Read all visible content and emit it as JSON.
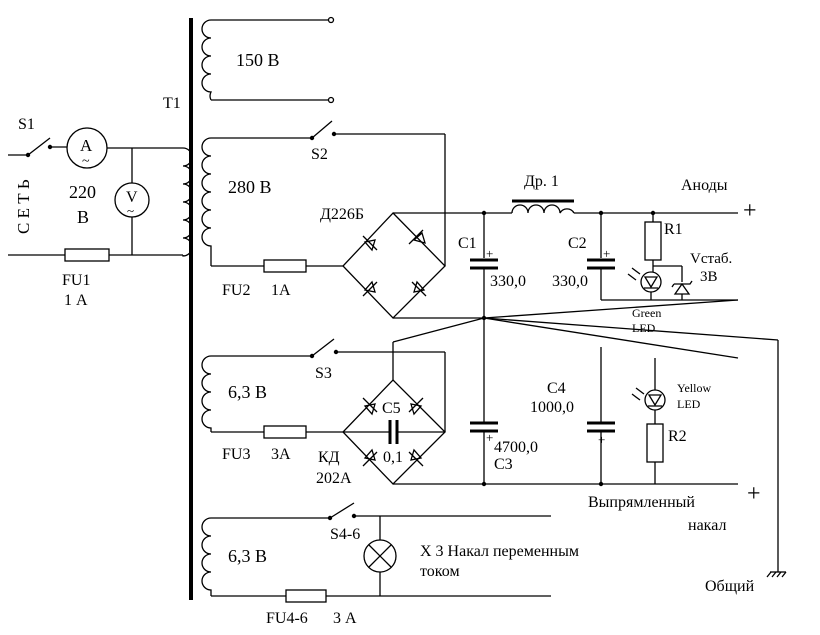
{
  "labels": {
    "s1": "S1",
    "mains_1": "С Е Т Ь",
    "v220": "220",
    "v220_unit": "В",
    "fu1": "FU1",
    "fu1_rating": "1 А",
    "t1": "T1",
    "w150": "150 В",
    "w280": "280 В",
    "s2": "S2",
    "fu2": "FU2",
    "fu2_rating": "1А",
    "d226": "Д226Б",
    "choke": "Др. 1",
    "anodes": "Аноды",
    "plus": "+",
    "c1": "C1",
    "c1_val": "330,0",
    "c2": "C2",
    "c2_val": "330,0",
    "r1": "R1",
    "vstab_1": "Vстаб.",
    "vstab_2": "3В",
    "green_1": "Green",
    "green_2": "LED",
    "w63a": "6,3 В",
    "s3": "S3",
    "c5": "C5",
    "c5_val": "0,1",
    "fu3": "FU3",
    "fu3_rating": "3А",
    "kd_1": "КД",
    "kd_2": "202А",
    "c4": "C4",
    "c4_val": "1000,0",
    "c3_val": "4700,0",
    "c3": "C3",
    "yellow_1": "Yellow",
    "yellow_2": "LED",
    "r2": "R2",
    "rect_1": "Выпрямленный",
    "rect_2": "накал",
    "w63b": "6,3 В",
    "s46": "S4-6",
    "lamp_1": "X 3 Накал переменным",
    "lamp_2": "током",
    "fu46": "FU4-6",
    "fu46_rating": "3 А",
    "common": "Общий",
    "ammeter": "A",
    "voltmeter": "V",
    "tilde": "~"
  }
}
